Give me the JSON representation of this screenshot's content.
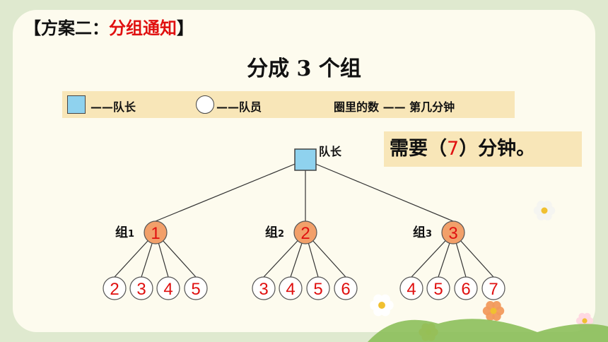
{
  "heading": {
    "open": "【方案二：",
    "highlight": "分组通知",
    "close": "】"
  },
  "title": "分成 3 个组",
  "legend": {
    "leader_text": "——队长",
    "member_text": "——队员",
    "note_text": "圈里的数 —— 第几分钟"
  },
  "answer": {
    "before": "需要（",
    "value": "7",
    "after": "）分钟。"
  },
  "leader_label": "队长",
  "groups": [
    {
      "label": "组",
      "sub": "1",
      "number": "1",
      "members": [
        "2",
        "3",
        "4",
        "5"
      ]
    },
    {
      "label": "组",
      "sub": "2",
      "number": "2",
      "members": [
        "3",
        "4",
        "5",
        "6"
      ]
    },
    {
      "label": "组",
      "sub": "3",
      "number": "3",
      "members": [
        "4",
        "5",
        "6",
        "7"
      ]
    }
  ],
  "colors": {
    "leader_fill": "#8fd2ee",
    "group_fill": "#f2a06a",
    "number_red": "#e01010",
    "legend_bg": "#f8e6b8"
  }
}
